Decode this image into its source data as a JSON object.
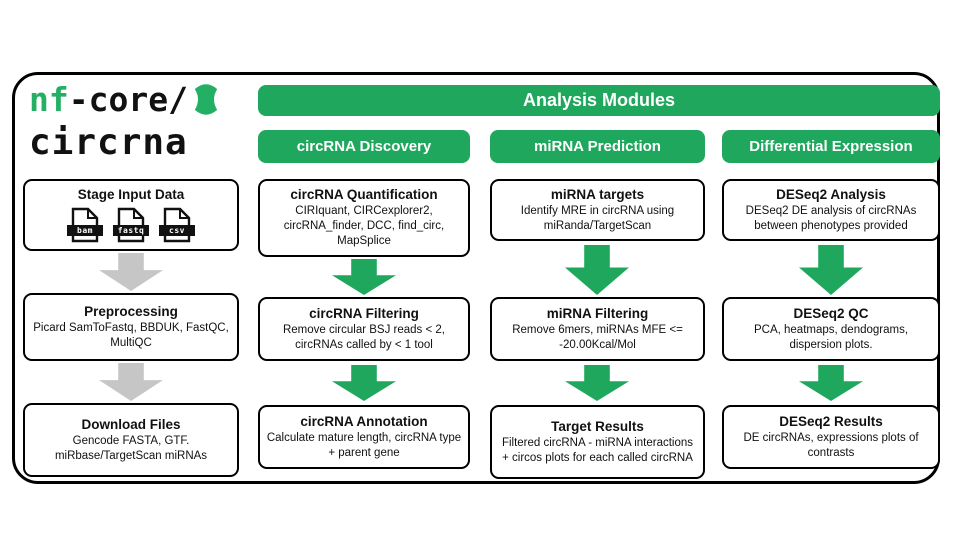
{
  "colors": {
    "green": "#1FA85D",
    "logo_green": "#24B064",
    "gray": "#C6C6C6"
  },
  "logo": {
    "part1": "nf",
    "part2": "-core/",
    "line2": "circrna"
  },
  "modules": {
    "title": "Analysis Modules"
  },
  "left": {
    "stage": {
      "title": "Stage Input Data",
      "files": [
        "bam",
        "fastq",
        "csv"
      ]
    },
    "preprocessing": {
      "title": "Preprocessing",
      "body": "Picard SamToFastq, BBDUK, FastQC, MultiQC"
    },
    "download": {
      "title": "Download Files",
      "body": "Gencode FASTA, GTF. miRbase/TargetScan miRNAs"
    }
  },
  "columns": [
    {
      "header": "circRNA Discovery",
      "boxes": [
        {
          "title": "circRNA Quantification",
          "body": "CIRIquant, CIRCexplorer2, circRNA_finder, DCC, find_circ, MapSplice"
        },
        {
          "title": "circRNA Filtering",
          "body": "Remove circular BSJ reads < 2, circRNAs called by < 1 tool"
        },
        {
          "title": "circRNA Annotation",
          "body": "Calculate mature length, circRNA type + parent gene"
        }
      ]
    },
    {
      "header": "miRNA Prediction",
      "boxes": [
        {
          "title": "miRNA targets",
          "body": "Identify MRE in circRNA using miRanda/TargetScan"
        },
        {
          "title": "miRNA Filtering",
          "body": "Remove 6mers, miRNAs MFE <= -20.00Kcal/Mol"
        },
        {
          "title": "Target Results",
          "body": "Filtered circRNA - miRNA interactions + circos plots for each called circRNA"
        }
      ]
    },
    {
      "header": "Differential Expression",
      "boxes": [
        {
          "title": "DESeq2 Analysis",
          "body": "DESeq2 DE analysis of circRNAs between phenotypes provided"
        },
        {
          "title": "DESeq2 QC",
          "body": "PCA, heatmaps, dendograms, dispersion plots."
        },
        {
          "title": "DESeq2 Results",
          "body": "DE circRNAs, expressions plots of contrasts"
        }
      ]
    }
  ]
}
